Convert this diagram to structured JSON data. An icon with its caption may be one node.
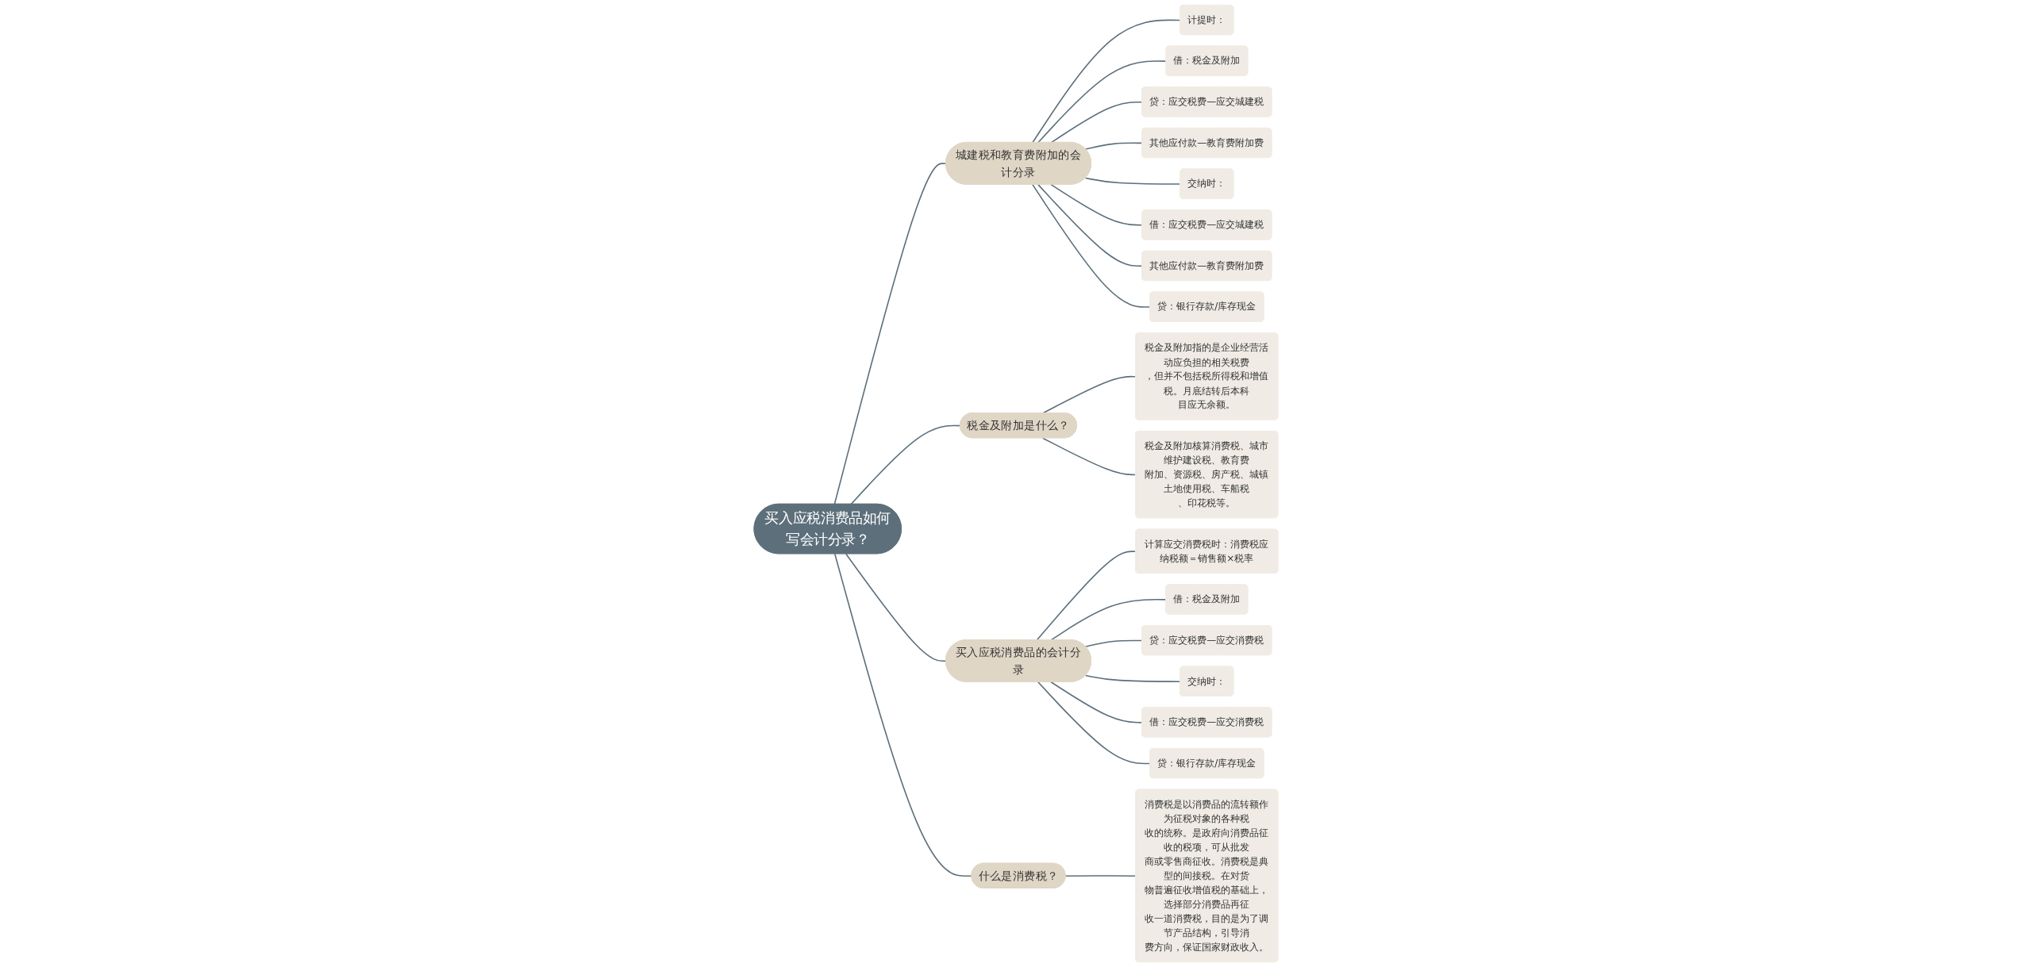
{
  "diagram": {
    "nodes": [
      {
        "text": [
          "买入应税消费品如何写会计分录？"
        ]
      },
      {
        "text": [
          "城建税和教育费附加的会计分录"
        ]
      },
      {
        "text": [
          "计提时："
        ]
      },
      {
        "text": [
          "借：税金及附加"
        ]
      },
      {
        "text": [
          "贷：应交税费—应交城建税"
        ]
      },
      {
        "text": [
          "其他应付款—教育费附加费"
        ]
      },
      {
        "text": [
          "交纳时："
        ]
      },
      {
        "text": [
          "借：应交税费—应交城建税"
        ]
      },
      {
        "text": [
          "其他应付款—教育费附加费"
        ]
      },
      {
        "text": [
          "贷：银行存款/库存现金"
        ]
      },
      {
        "text": [
          "税金及附加是什么？"
        ]
      },
      {
        "text": [
          "税金及附加指的是企业经营活动应负担的相关税费，但并不包括税所得税和增值税。月底结转后本科目应无余额。"
        ]
      },
      {
        "text": [
          "税金及附加核算消费税、城市维护建设税、教育费附加、资源税、房产税、城镇土地使用税、车船税、印花税等。"
        ]
      },
      {
        "text": [
          "买入应税消费品的会计分录"
        ]
      },
      {
        "text": [
          "计算应交消费税时：消费税应纳税额＝销售额×税率"
        ]
      },
      {
        "text": [
          "借：税金及附加"
        ]
      },
      {
        "text": [
          "贷：应交税费—应交消费税"
        ]
      },
      {
        "text": [
          "交纳时："
        ]
      },
      {
        "text": [
          "借：应交税费—应交消费税"
        ]
      },
      {
        "text": [
          "贷：银行存款/库存现金"
        ]
      },
      {
        "text": [
          "什么是消费税？"
        ]
      },
      {
        "text": [
          "消费税是以消费品的流转额作为征税对象的各种税收的统称。是政府向消费品征收的税项，可从批发商或零售商征收。消费税是典型的间接税。在对货物普遍征收增值税的基础上，选择部分消费品再征收一道消费税，目的是为了调节产品结构，引导消费方向，保证国家财政收入。"
        ]
      }
    ],
    "edges": [
      {
        "from": 0,
        "to": 1,
        "arrow": "none"
      },
      {
        "from": 1,
        "to": 2,
        "arrow": "none"
      },
      {
        "from": 1,
        "to": 3,
        "arrow": "none"
      },
      {
        "from": 1,
        "to": 4,
        "arrow": "none"
      },
      {
        "from": 1,
        "to": 5,
        "arrow": "none"
      },
      {
        "from": 1,
        "to": 6,
        "arrow": "none"
      },
      {
        "from": 1,
        "to": 7,
        "arrow": "none"
      },
      {
        "from": 1,
        "to": 8,
        "arrow": "none"
      },
      {
        "from": 1,
        "to": 9,
        "arrow": "none"
      },
      {
        "from": 0,
        "to": 10,
        "arrow": "none"
      },
      {
        "from": 10,
        "to": 11,
        "arrow": "none"
      },
      {
        "from": 10,
        "to": 12,
        "arrow": "none"
      },
      {
        "from": 0,
        "to": 13,
        "arrow": "none"
      },
      {
        "from": 13,
        "to": 14,
        "arrow": "none"
      },
      {
        "from": 13,
        "to": 15,
        "arrow": "none"
      },
      {
        "from": 13,
        "to": 16,
        "arrow": "none"
      },
      {
        "from": 13,
        "to": 17,
        "arrow": "none"
      },
      {
        "from": 13,
        "to": 18,
        "arrow": "none"
      },
      {
        "from": 13,
        "to": 19,
        "arrow": "none"
      },
      {
        "from": 0,
        "to": 20,
        "arrow": "none"
      },
      {
        "from": 20,
        "to": 21,
        "arrow": "none"
      }
    ]
  }
}
